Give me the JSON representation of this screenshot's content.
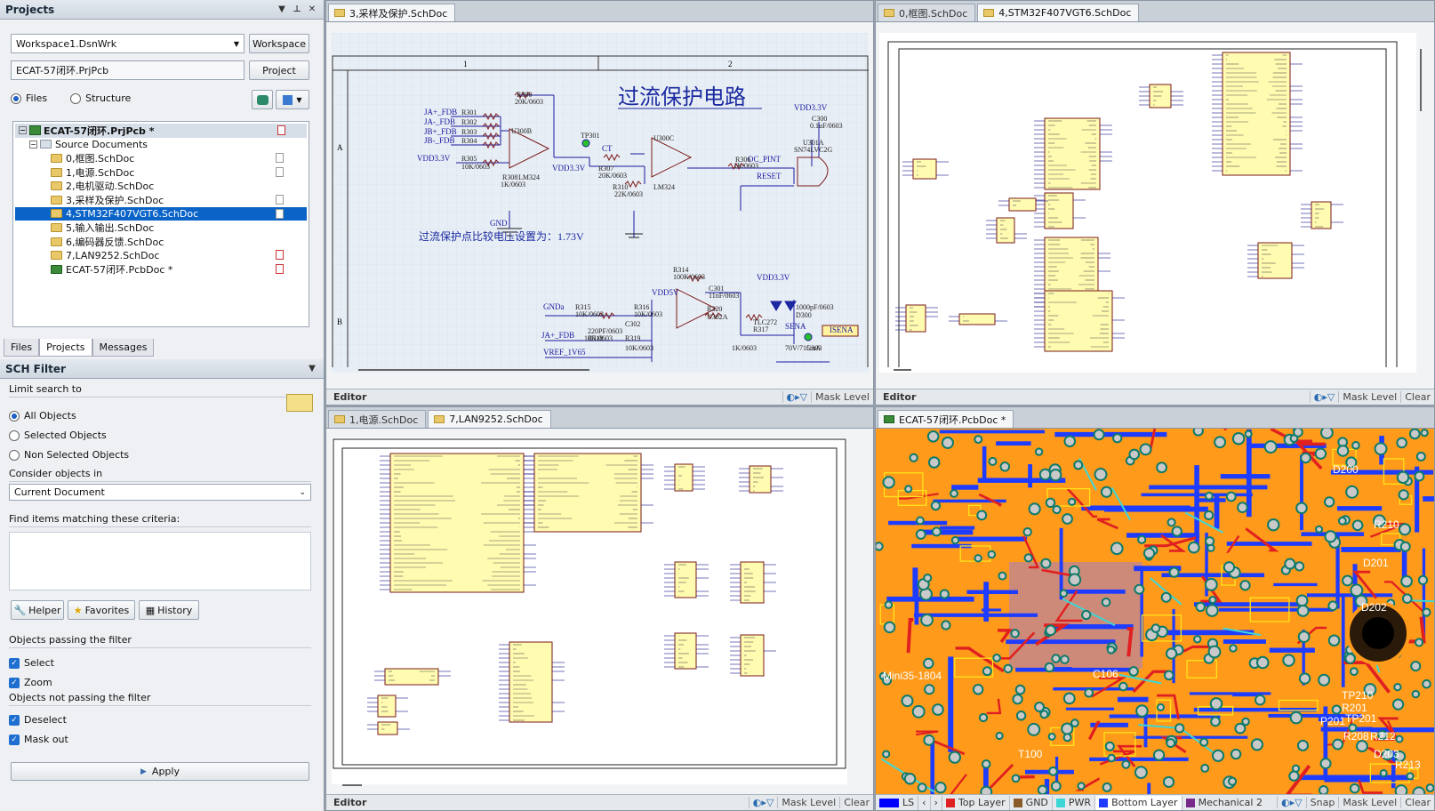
{
  "projects_panel": {
    "title": "Projects",
    "workspace_value": "Workspace1.DsnWrk",
    "workspace_button": "Workspace",
    "project_value": "ECAT-57闭环.PrjPcb",
    "project_button": "Project",
    "view_files": "Files",
    "view_structure": "Structure",
    "tree": {
      "root": "ECAT-57闭环.PrjPcb *",
      "folder": "Source Documents",
      "docs": [
        "0,框图.SchDoc",
        "1,电源.SchDoc",
        "2,电机驱动.SchDoc",
        "3,采样及保护.SchDoc",
        "4,STM32F407VGT6.SchDoc",
        "5,输入输出.SchDoc",
        "6,编码器反馈.SchDoc",
        "7,LAN9252.SchDoc",
        "ECAT-57闭环.PcbDoc *"
      ],
      "selected_index": 4
    },
    "bottom_tabs": [
      "Files",
      "Projects",
      "Messages"
    ]
  },
  "sch_filter": {
    "title": "SCH Filter",
    "limit_search_to": "Limit search to",
    "scope_options": [
      "All Objects",
      "Selected Objects",
      "Non Selected Objects"
    ],
    "consider_objects_in": "Consider objects in",
    "consider_value": "Current Document",
    "find_items_label": "Find items matching these criteria:",
    "helper": "Helper",
    "favorites": "Favorites",
    "history": "History",
    "passing_label": "Objects passing the filter",
    "select": "Select",
    "zoom": "Zoom",
    "not_passing_label": "Objects not passing the filter",
    "deselect": "Deselect",
    "mask_out": "Mask out",
    "apply": "Apply"
  },
  "pane_tl": {
    "tabs": [
      "3,采样及保护.SchDoc"
    ],
    "schematic": {
      "title": "过流保护电路",
      "note": "过流保护点比较电压设置为：1.73V",
      "col_marks": [
        "1",
        "2"
      ],
      "row_marks": [
        "A",
        "B"
      ],
      "nets": [
        "JA+_FDB",
        "JA-_FDB",
        "JB+_FDB",
        "JB-_FDB",
        "VDD3.3V",
        "VDD3.3V",
        "OC_PINT",
        "RESET",
        "CT",
        "GND",
        "GNDa",
        "JA+_FDB",
        "VREF_1V65",
        "SENA",
        "ISENA",
        "VDD3.3V",
        "VDD5V",
        "VDD3.3V"
      ],
      "parts": [
        "R300",
        "20K/0603",
        "R301",
        "R302",
        "R303",
        "R304",
        "U300B",
        "LM324",
        "R305",
        "10K/0603",
        "R308",
        "1K/0603",
        "TP301",
        "R307",
        "20K/0603",
        "R310",
        "22K/0603",
        "U300C",
        "LM324",
        "R306",
        "1K/0603",
        "U301A",
        "SN74LVC2G",
        "C300",
        "0.1uF/0603",
        "R314",
        "100K/0603",
        "C301",
        "11nF/0603",
        "R315",
        "10K/0603",
        "R316",
        "10K/0603",
        "C302",
        "220PF/0603",
        "R318",
        "10K/0603",
        "R319",
        "10K/0603",
        "R320",
        "U302A",
        "TLC272",
        "R317",
        "1K/0603",
        "1000pF/0603",
        "D300",
        "70V/715mA",
        "C303",
        "TP304"
      ]
    }
  },
  "pane_tr": {
    "tabs": [
      "0,框图.SchDoc",
      "4,STM32F407VGT6.SchDoc"
    ]
  },
  "pane_bl": {
    "tabs": [
      "1,电源.SchDoc",
      "7,LAN9252.SchDoc"
    ]
  },
  "pane_br": {
    "tabs": [
      "ECAT-57闭环.PcbDoc *"
    ],
    "pcb_labels": [
      "R210",
      "D200",
      "D201",
      "D202",
      "D203",
      "P201",
      "R201",
      "R208",
      "R212",
      "R213",
      "TP201",
      "TP210",
      "C106",
      "T100",
      "Mini35-1804"
    ],
    "layers": [
      "LS",
      "Top Layer",
      "GND",
      "PWR",
      "Bottom Layer",
      "Mechanical 2"
    ],
    "layer_colors": [
      "#0000ff",
      "#e02020",
      "#8b5a2b",
      "#3dd6d6",
      "#1e3cff",
      "#7a2a8a"
    ]
  },
  "statusbar": {
    "editor": "Editor",
    "mask_level": "Mask Level",
    "clear": "Clear",
    "snap": "Snap"
  },
  "colors": {
    "accent": "#0a63c6",
    "sheet_grid": "#e6eef6",
    "schematic_blue": "#1a2aa0",
    "component_fill": "#fffbb0",
    "pcb_orange": "#ff9a1a"
  }
}
